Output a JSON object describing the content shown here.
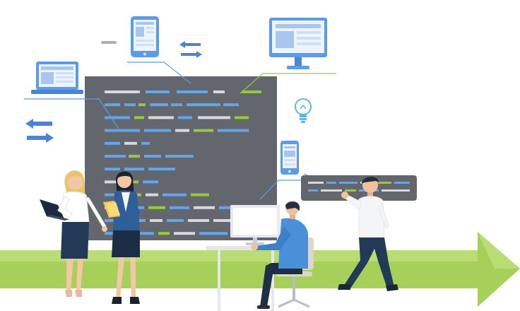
{
  "scene": {
    "type": "flat vector illustration",
    "colors": {
      "board": "#63666d",
      "arrow": "#a9d15a",
      "arrow_dark": "#6fae2b",
      "device_blue": "#5b9bea",
      "device_light": "#d9e6f7",
      "code_white": "#d7d8da",
      "code_blue": "#5fa6ee",
      "code_green": "#96c93d",
      "skin": "#f4c7a4",
      "navy": "#223a57",
      "shirt_blue": "#4a90d9"
    },
    "icons": [
      "laptop-icon",
      "tablet-icon",
      "monitor-icon",
      "smartphone-icon",
      "lightbulb-icon",
      "swap-arrows-icon",
      "minus-icon"
    ],
    "figures": [
      "woman-with-laptop",
      "woman-with-folder",
      "man-at-desk",
      "man-pointing"
    ]
  }
}
